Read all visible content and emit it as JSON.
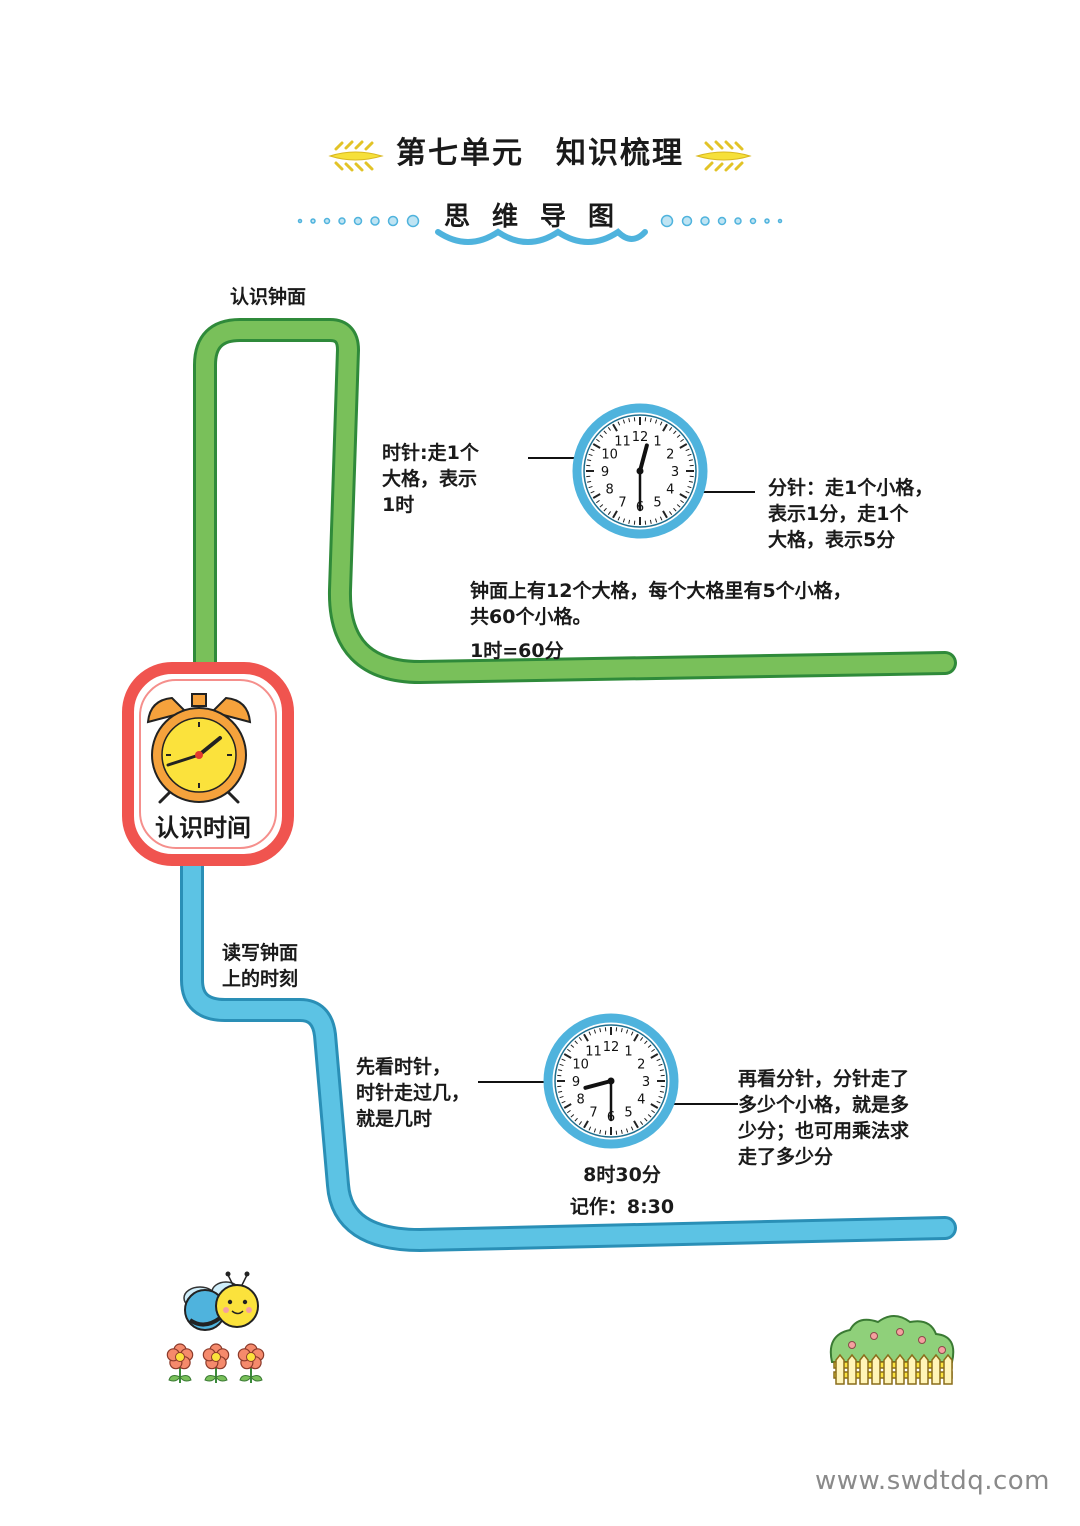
{
  "header": {
    "title": "第七单元　知识梳理",
    "subtitle": "思维导图"
  },
  "center": {
    "label": "认识时间",
    "icon": "alarm-clock-icon"
  },
  "branch_top": {
    "title": "认识钟面",
    "color": "#79c05a",
    "hour_hand_note": [
      "时针:走1个",
      "大格，表示",
      "1时"
    ],
    "minute_hand_note": [
      "分针：走1个小格，",
      "表示1分，走1个",
      "大格，表示5分"
    ],
    "facts": [
      "钟面上有12个大格，每个大格里有5个小格，",
      "共60个小格。"
    ],
    "equation": "1时=60分"
  },
  "branch_bottom": {
    "title": [
      "读写钟面",
      "上的时刻"
    ],
    "color": "#5cc3e4",
    "hour_hand_note": [
      "先看时针，",
      "时针走过几，",
      "就是几时"
    ],
    "minute_hand_note": [
      "再看分针，分针走了",
      "多少个小格，就是多",
      "少分；也可用乘法求",
      "走了多少分"
    ],
    "time_read": "8时30分",
    "time_written": "记作：8:30"
  },
  "clock_numbers": [
    "12",
    "1",
    "2",
    "3",
    "4",
    "5",
    "6",
    "7",
    "8",
    "9",
    "10",
    "11"
  ],
  "decorations": [
    "bee-icon",
    "flower-icon",
    "bush-fence-icon",
    "wheat-icon"
  ],
  "colors": {
    "center_frame": "#f0544f",
    "clock_ring": "#4fb3dd",
    "alarm_body": "#f5a23c",
    "alarm_face": "#fbe23c"
  },
  "watermark": "www.swdtdq.com"
}
